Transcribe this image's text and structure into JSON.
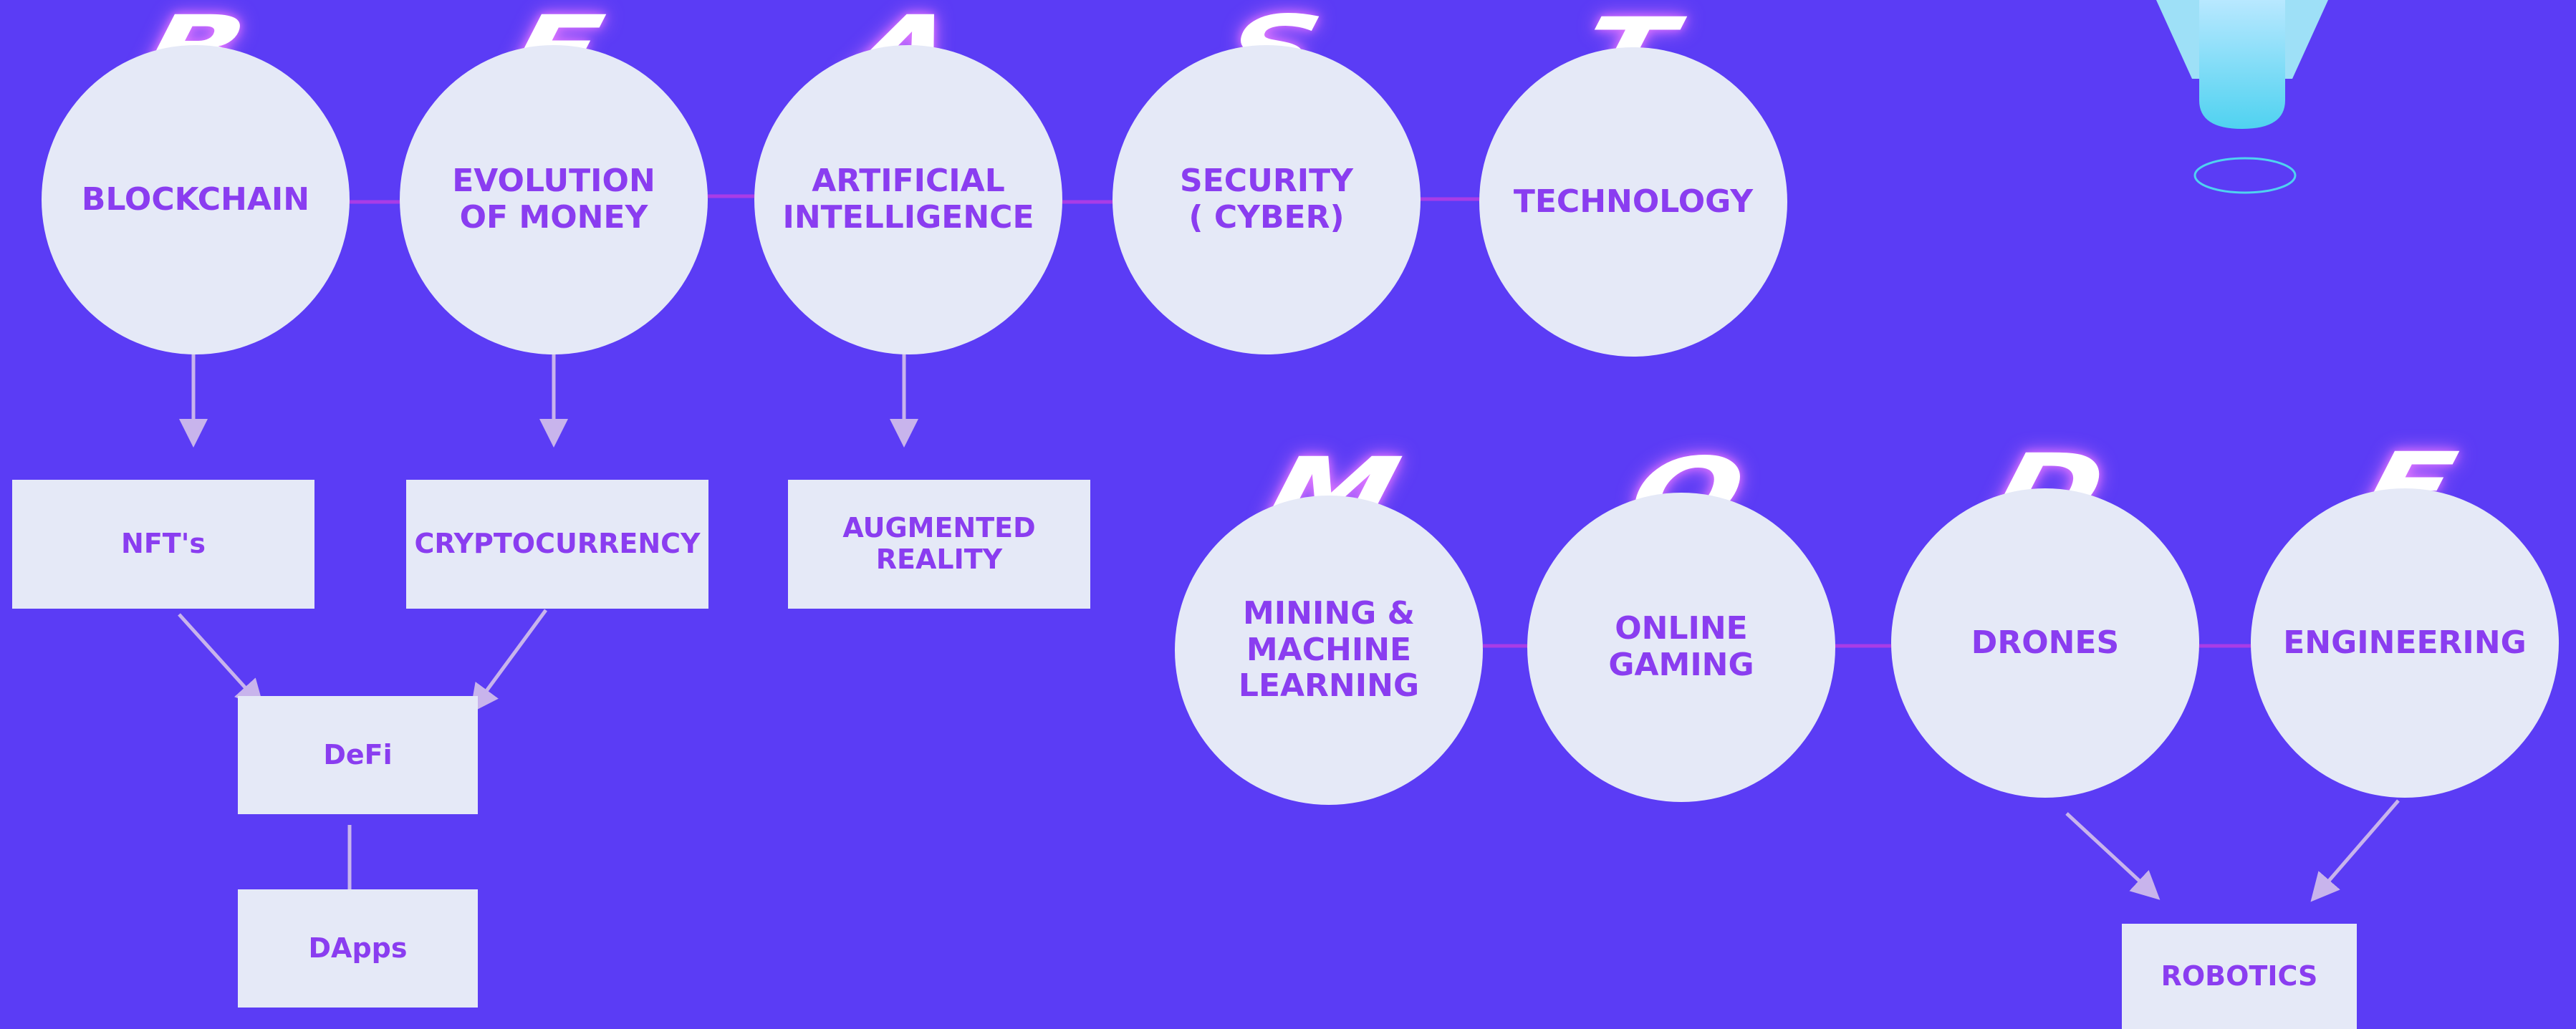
{
  "colors": {
    "background": "#5b3cf5",
    "node_fill": "#e5e9f7",
    "node_text": "#8a3df0",
    "arrow_main": "#a93ce6",
    "arrow_sub": "#c8b4ec"
  },
  "beast": {
    "letters": [
      "B",
      "E",
      "A",
      "S",
      "T"
    ],
    "nodes": {
      "blockchain": "BLOCKCHAIN",
      "evolution_1": "EVOLUTION",
      "evolution_2": "OF MONEY",
      "ai_1": "ARTIFICIAL",
      "ai_2": "INTELLIGENCE",
      "security_1": "SECURITY",
      "security_2": "( CYBER)",
      "technology": "TECHNOLOGY"
    },
    "sub_nodes": {
      "nfts": "NFT's",
      "cryptocurrency": "CRYPTOCURRENCY",
      "ar_1": "AUGMENTED",
      "ar_2": "REALITY",
      "defi": "DeFi",
      "dapps": "DApps"
    }
  },
  "mode": {
    "letters": [
      "M",
      "O",
      "D",
      "E"
    ],
    "nodes": {
      "mining_1": "MINING & MACHINE",
      "mining_2": "LEARNING",
      "gaming_1": "ONLINE",
      "gaming_2": "GAMING",
      "drones": "DRONES",
      "engineering": "ENGINEERING"
    },
    "sub_nodes": {
      "robotics": "ROBOTICS"
    }
  },
  "decoration": {
    "rocket_icon": "rocket-icon"
  }
}
